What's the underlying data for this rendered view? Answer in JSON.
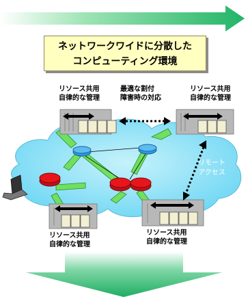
{
  "title": {
    "line1": "ネットワークワイドに分散した",
    "line2": "コンピューティング環境"
  },
  "labels": {
    "top_left": {
      "line1": "リソース共用",
      "line2": "自律的な管理"
    },
    "top_mid": {
      "line1": "最適な割付",
      "line2": "障害時の対応"
    },
    "top_right": {
      "line1": "リソース共用",
      "line2": "自律的な管理"
    },
    "bottom_left": {
      "line1": "リソース共用",
      "line2": "自律的な管理"
    },
    "bottom_right": {
      "line1": "リソース共用",
      "line2": "自律的な管理"
    },
    "remote": {
      "line1": "リモート",
      "line2": "アクセス"
    }
  },
  "colors": {
    "arrow_green": "#2ec06a",
    "cloud_blue": "#8fe3f8",
    "link_green": "#6fe05f",
    "router_red": "#e8161b",
    "router_blue": "#2a9ae0",
    "server_gray": "#b8b8b8",
    "disk_tan": "#f2efd2"
  },
  "icons": [
    "top-arrow-icon",
    "cloud-icon",
    "router-icon",
    "server-rack-icon",
    "disk-stack-icon",
    "laptop-icon",
    "double-arrow-icon",
    "down-arrow-icon"
  ]
}
